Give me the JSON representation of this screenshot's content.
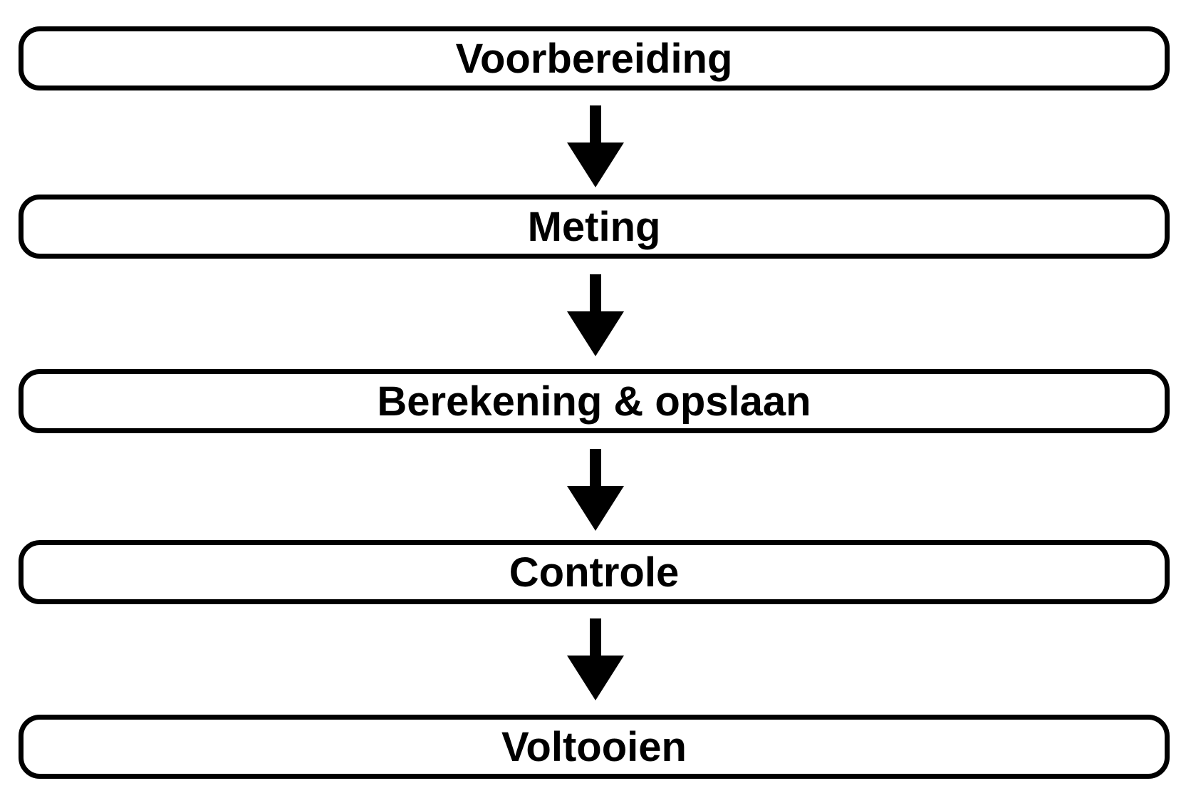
{
  "flowchart": {
    "type": "vertical-process-flow",
    "steps": [
      {
        "label": "Voorbereiding"
      },
      {
        "label": "Meting"
      },
      {
        "label": "Berekening & opslaan"
      },
      {
        "label": "Controle"
      },
      {
        "label": "Voltooien"
      }
    ],
    "connector_icon": "down-arrow-icon",
    "connector_count": 4,
    "colors": {
      "background": "#ffffff",
      "box_fill": "#ffffff",
      "box_border": "#000000",
      "text": "#000000",
      "arrow": "#000000"
    }
  }
}
